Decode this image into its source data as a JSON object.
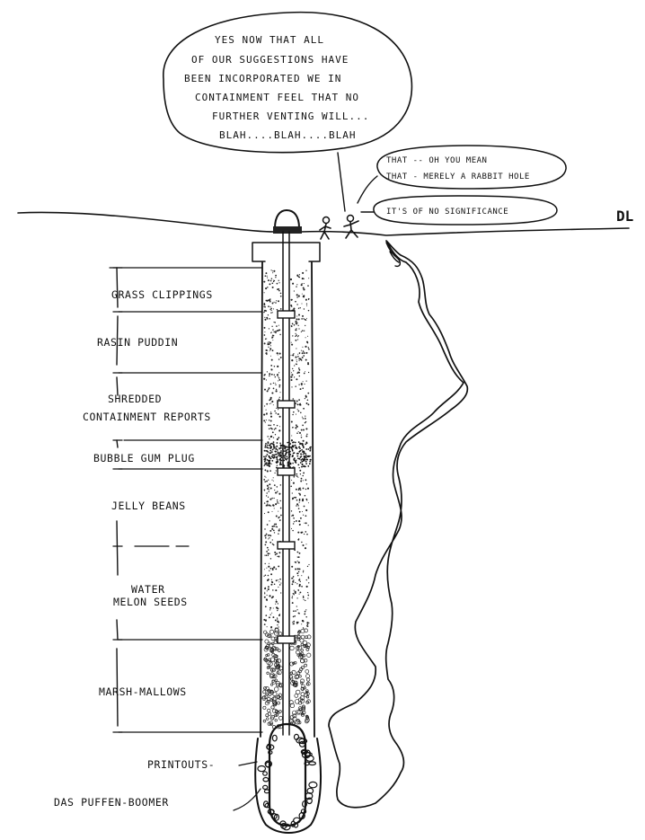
{
  "speech_main": {
    "lines": [
      "YES NOW THAT ALL",
      "OF OUR SUGGESTIONS HAVE",
      "BEEN INCORPORATED WE IN",
      "CONTAINMENT FEEL THAT NO",
      "FURTHER VENTING WILL...",
      "BLAH....BLAH....BLAH"
    ]
  },
  "speech_reply": {
    "lines": [
      "THAT -- OH YOU MEAN",
      "THAT - MERELY A RABBIT HOLE"
    ]
  },
  "speech_small": {
    "text": "IT'S OF NO SIGNIFICANCE"
  },
  "signature": {
    "text": "DL"
  },
  "layers": [
    {
      "label": "GRASS CLIPPINGS"
    },
    {
      "label": "RASIN PUDDIN"
    },
    {
      "label": "SHREDDED"
    },
    {
      "label": "CONTAINMENT REPORTS"
    },
    {
      "label": "BUBBLE GUM PLUG"
    },
    {
      "label": "JELLY BEANS"
    },
    {
      "label": "WATER"
    },
    {
      "label": "MELON SEEDS"
    },
    {
      "label": "MARSH-MALLOWS"
    }
  ],
  "bottom_labels": {
    "printouts": "PRINTOUTS-",
    "device": "DAS PUFFEN-BOOMER"
  }
}
